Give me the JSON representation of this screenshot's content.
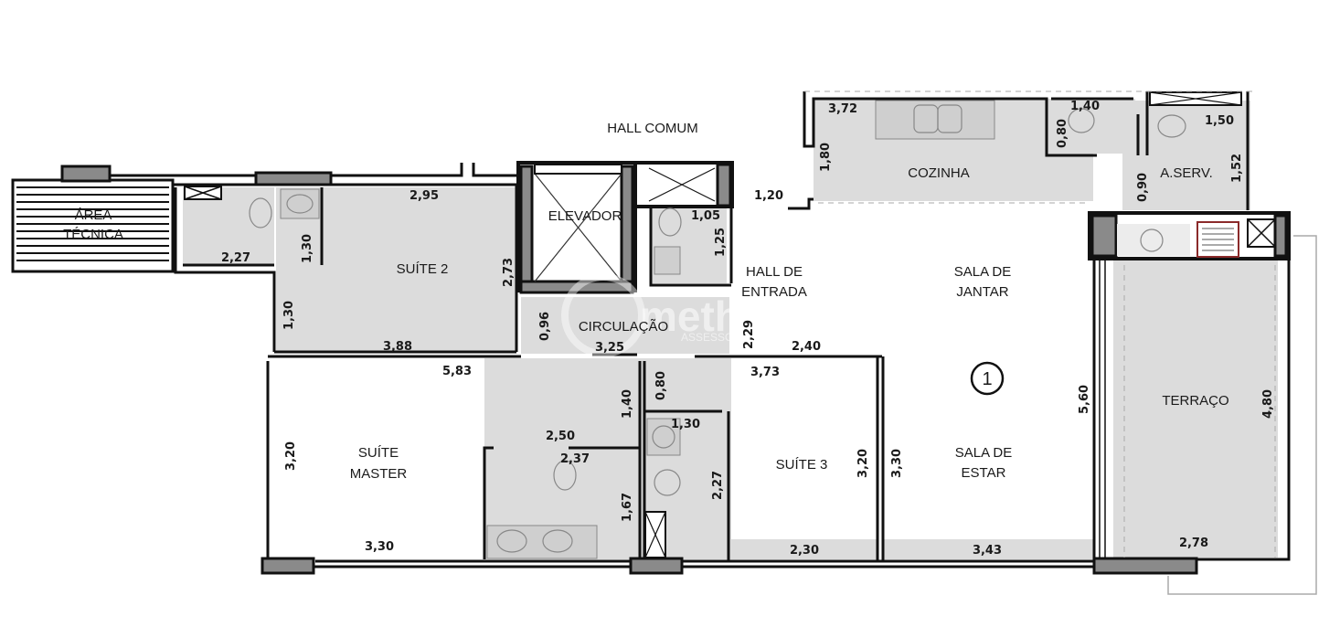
{
  "plan": {
    "unit_marker": "1",
    "colors": {
      "wall": "#111111",
      "wet_floor": "#dcdcdc",
      "pillar": "#8a8a8a",
      "background": "#ffffff"
    },
    "watermark": {
      "brand": "metho",
      "tagline": "ASSESSORIA IMO"
    },
    "rooms": {
      "hall_comum": "HALL COMUM",
      "area_tecnica_1": "ÁREA",
      "area_tecnica_2": "TÉCNICA",
      "suite2": "SUÍTE 2",
      "elevador": "ELEVADOR",
      "circulacao": "CIRCULAÇÃO",
      "hall_entrada_1": "HALL DE",
      "hall_entrada_2": "ENTRADA",
      "cozinha": "COZINHA",
      "aserv": "A.SERV.",
      "sala_jantar_1": "SALA DE",
      "sala_jantar_2": "JANTAR",
      "sala_estar_1": "SALA DE",
      "sala_estar_2": "ESTAR",
      "terraco": "TERRAÇO",
      "suite_master_1": "SUÍTE",
      "suite_master_2": "MASTER",
      "suite3": "SUÍTE 3"
    },
    "dimensions": {
      "d_2_95": "2,95",
      "d_2_27_top": "2,27",
      "d_1_30_bath": "1,30",
      "d_1_30_win": "1,30",
      "d_2_73": "2,73",
      "d_3_88": "3,88",
      "d_5_83": "5,83",
      "d_0_96": "0,96",
      "d_3_25": "3,25",
      "d_1_05": "1,05",
      "d_1_25": "1,25",
      "d_1_20": "1,20",
      "d_2_29": "2,29",
      "d_2_40": "2,40",
      "d_3_73": "3,73",
      "d_3_72": "3,72",
      "d_1_80": "1,80",
      "d_1_40_top": "1,40",
      "d_0_80_top": "0,80",
      "d_1_50": "1,50",
      "d_1_52": "1,52",
      "d_0_90": "0,90",
      "d_5_60": "5,60",
      "d_4_80": "4,80",
      "d_2_78": "2,78",
      "d_3_43": "3,43",
      "d_3_30_estar": "3,30",
      "d_3_20_s3": "3,20",
      "d_2_30": "2,30",
      "d_1_30_s3bath": "1,30",
      "d_2_27_s3bath": "2,27",
      "d_0_80_mid": "0,80",
      "d_1_40_mid": "1,40",
      "d_2_50": "2,50",
      "d_2_37": "2,37",
      "d_1_67": "1,67",
      "d_3_20_master": "3,20",
      "d_3_30_master": "3,30"
    }
  }
}
